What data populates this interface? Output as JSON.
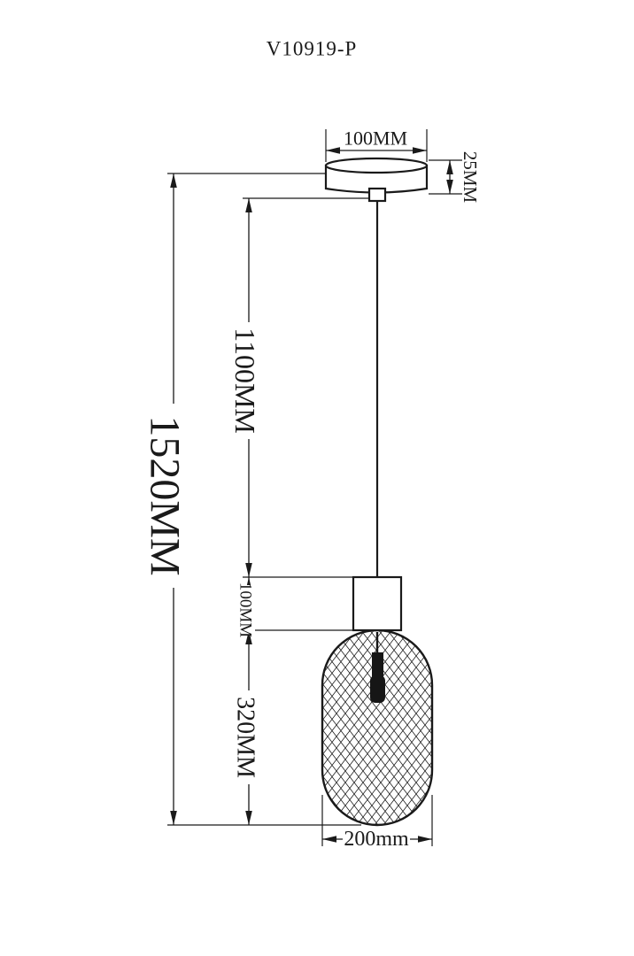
{
  "colors": {
    "background": "#ffffff",
    "ink": "#1a1a1a"
  },
  "drawing": {
    "title": "V10919-P",
    "labels": {
      "canopy_width": "100MM",
      "canopy_height": "25MM",
      "overall_height": "1520MM",
      "cord_length": "1100MM",
      "fitter_height": "100MM",
      "shade_height": "320MM",
      "shade_width": "200mm"
    }
  }
}
